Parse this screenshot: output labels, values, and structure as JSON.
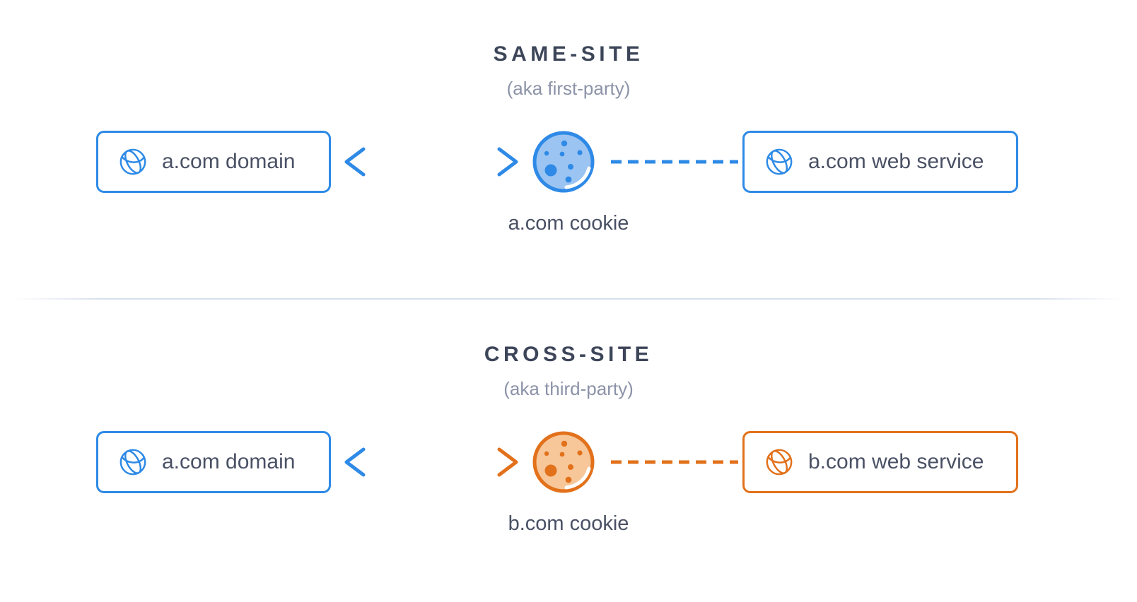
{
  "colors": {
    "blue": "#2e8ae6",
    "blue_light": "#9cc4f2",
    "orange": "#e2711b",
    "orange_light": "#f7c79a",
    "title_text": "#3d4559",
    "subtitle_text": "#8c93a8",
    "body_text": "#4a5165",
    "divider": "#d6ddec",
    "background": "#ffffff"
  },
  "sections": [
    {
      "id": "same-site",
      "title": "SAME-SITE",
      "subtitle": "(aka first-party)",
      "left_box": {
        "label": "a.com domain",
        "icon": "globe-icon",
        "accent": "#2e8ae6"
      },
      "right_box": {
        "label": "a.com web service",
        "icon": "globe-icon",
        "accent": "#2e8ae6"
      },
      "cookie": {
        "label": "a.com cookie",
        "icon": "cookie-icon",
        "fill": "#9cc4f2",
        "stroke": "#2e8ae6"
      },
      "arrow": {
        "icon": "double-arrow-icon",
        "direction": "bidirectional",
        "start_color": "#2e8ae6",
        "end_color": "#2e8ae6"
      },
      "dashed_line": {
        "icon": "dashed-line",
        "color": "#2e8ae6"
      }
    },
    {
      "id": "cross-site",
      "title": "CROSS-SITE",
      "subtitle": "(aka third-party)",
      "left_box": {
        "label": "a.com domain",
        "icon": "globe-icon",
        "accent": "#2e8ae6"
      },
      "right_box": {
        "label": "b.com web service",
        "icon": "globe-icon",
        "accent": "#e2711b"
      },
      "cookie": {
        "label": "b.com cookie",
        "icon": "cookie-icon",
        "fill": "#f7c79a",
        "stroke": "#e2711b"
      },
      "arrow": {
        "icon": "double-arrow-icon",
        "direction": "bidirectional",
        "start_color": "#2e8ae6",
        "end_color": "#e2711b"
      },
      "dashed_line": {
        "icon": "dashed-line",
        "color": "#e2711b"
      }
    }
  ]
}
